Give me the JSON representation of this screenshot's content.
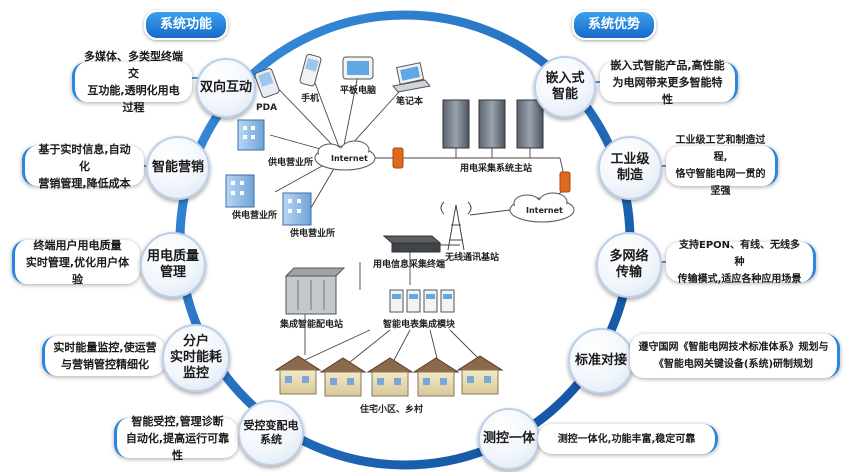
{
  "headers": {
    "left": "系统功能",
    "right": "系统优势"
  },
  "left_items": [
    {
      "bubble": "双向互动",
      "desc": "多媒体、多类型终端交\n互功能,透明化用电过程"
    },
    {
      "bubble": "智能营销",
      "desc": "基于实时信息,自动化\n营销管理,降低成本"
    },
    {
      "bubble": "用电质量\n管理",
      "desc": "终端用户用电质量\n实时管理,优化用户体验"
    },
    {
      "bubble": "分户\n实时能耗\n监控",
      "desc": "实时能量监控,使运营\n与营销管控精细化"
    },
    {
      "bubble": "受控变配电\n系统",
      "desc": "智能受控,管理诊断\n自动化,提高运行可靠性"
    }
  ],
  "right_items": [
    {
      "bubble": "嵌入式\n智能",
      "desc": "嵌入式智能产品,高性能\n为电网带来更多智能特性"
    },
    {
      "bubble": "工业级\n制造",
      "desc": "工业级工艺和制造过程,\n恪守智能电网一贯的坚强"
    },
    {
      "bubble": "多网络\n传输",
      "desc": "支持EPON、有线、无线多种\n传输模式,适应各种应用场景"
    },
    {
      "bubble": "标准对接",
      "desc": "遵守国网《智能电网技术标准体系》规划与\n《智能电网关键设备(系统)研制规划"
    },
    {
      "bubble": "测控一体",
      "desc": "测控一体化,功能丰富,稳定可靠"
    }
  ],
  "network": {
    "devices": [
      "PDA",
      "手机",
      "平板电脑",
      "笔记本"
    ],
    "internet_1": "Internet",
    "internet_2": "Internet",
    "offices": [
      "供电营业所",
      "供电营业所",
      "供电营业所"
    ],
    "main_station": "用电采集系统主站",
    "base_station": "无线通讯基站",
    "collector": "用电信息采集终端",
    "substation": "集成智能配电站",
    "meter_module": "智能电表集成模块",
    "residential": "住宅小区、乡村"
  },
  "colors": {
    "accent": "#1f78d1",
    "ring": "#1c5fae",
    "header_fill": "#1669c8",
    "firewall": "#e06a1b"
  }
}
